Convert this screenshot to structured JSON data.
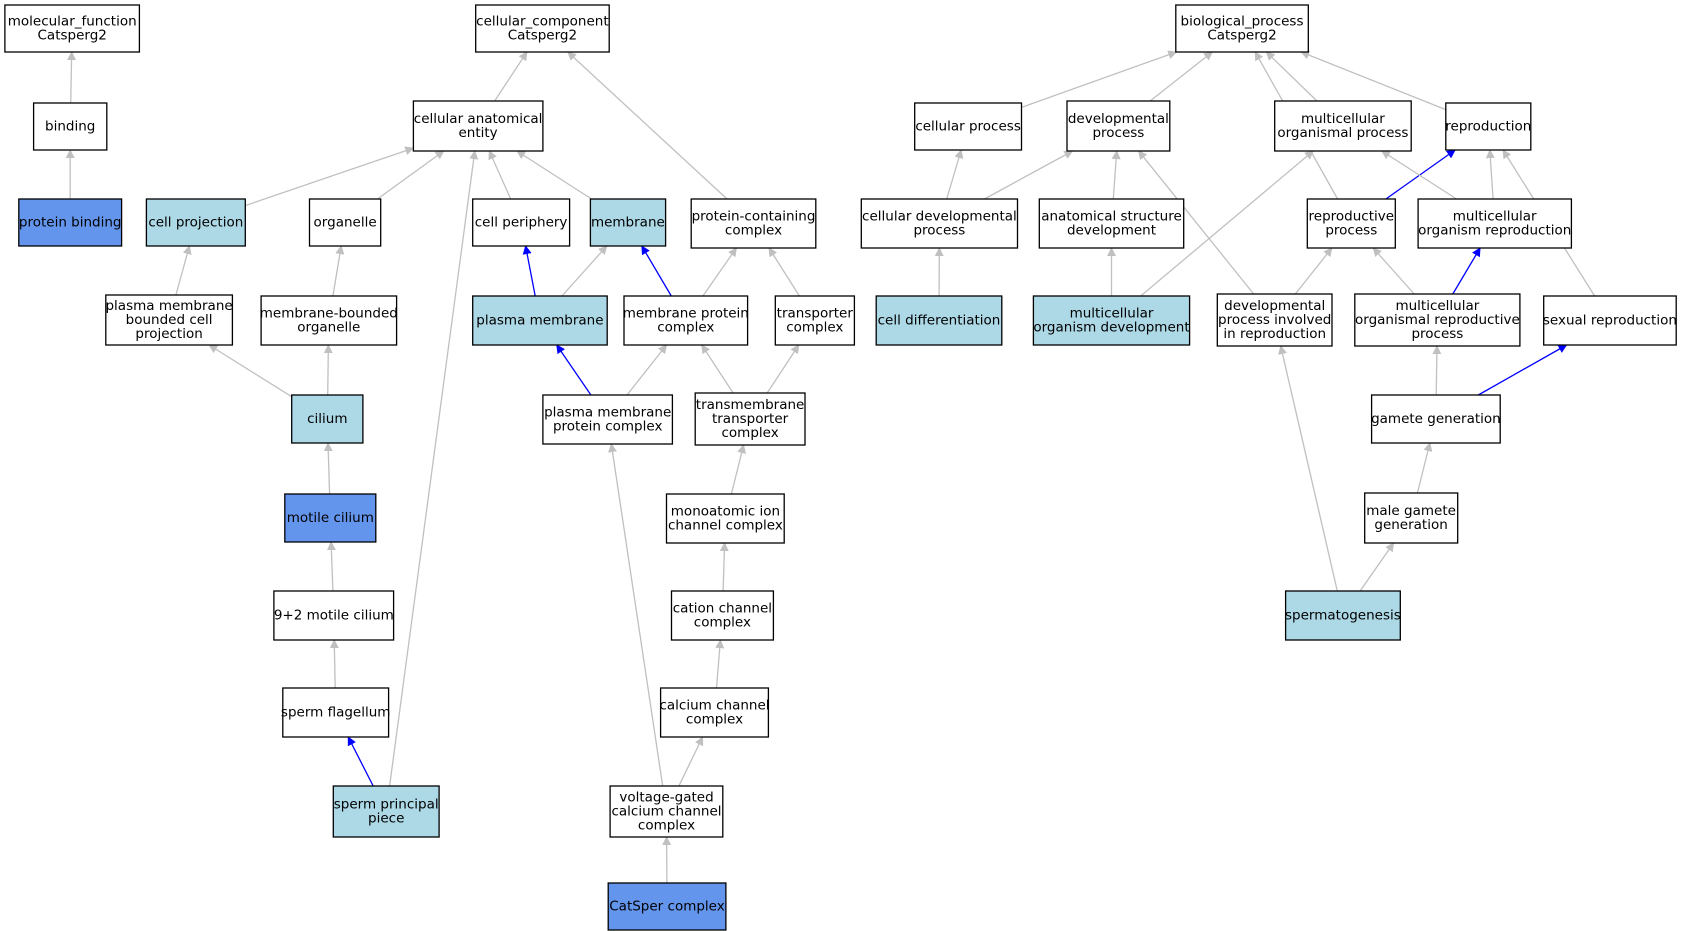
{
  "colors": {
    "white": "#ffffff",
    "light": "#add8e6",
    "dark": "#6495ed",
    "edge_gray": "#c0c0c0",
    "edge_blue": "#0000ff"
  },
  "nodes": [
    {
      "id": "mf",
      "lines": [
        "molecular_function",
        "Catsperg2"
      ],
      "fill": "white"
    },
    {
      "id": "binding",
      "lines": [
        "binding"
      ],
      "fill": "white"
    },
    {
      "id": "protein_binding",
      "lines": [
        "protein binding"
      ],
      "fill": "dark"
    },
    {
      "id": "cc",
      "lines": [
        "cellular_component",
        "Catsperg2"
      ],
      "fill": "white"
    },
    {
      "id": "cae",
      "lines": [
        "cellular anatomical",
        "entity"
      ],
      "fill": "white"
    },
    {
      "id": "cell_projection",
      "lines": [
        "cell projection"
      ],
      "fill": "light"
    },
    {
      "id": "organelle",
      "lines": [
        "organelle"
      ],
      "fill": "white"
    },
    {
      "id": "cell_periphery",
      "lines": [
        "cell periphery"
      ],
      "fill": "white"
    },
    {
      "id": "membrane",
      "lines": [
        "membrane"
      ],
      "fill": "light"
    },
    {
      "id": "pcc",
      "lines": [
        "protein-containing",
        "complex"
      ],
      "fill": "white"
    },
    {
      "id": "pmbcp",
      "lines": [
        "plasma membrane",
        "bounded cell",
        "projection"
      ],
      "fill": "white"
    },
    {
      "id": "mbo",
      "lines": [
        "membrane-bounded",
        "organelle"
      ],
      "fill": "white"
    },
    {
      "id": "plasma_membrane",
      "lines": [
        "plasma membrane"
      ],
      "fill": "light"
    },
    {
      "id": "mpc",
      "lines": [
        "membrane protein",
        "complex"
      ],
      "fill": "white"
    },
    {
      "id": "transporter_complex",
      "lines": [
        "transporter",
        "complex"
      ],
      "fill": "white"
    },
    {
      "id": "cilium",
      "lines": [
        "cilium"
      ],
      "fill": "light"
    },
    {
      "id": "pmpc",
      "lines": [
        "plasma membrane",
        "protein complex"
      ],
      "fill": "white"
    },
    {
      "id": "ttc",
      "lines": [
        "transmembrane",
        "transporter",
        "complex"
      ],
      "fill": "white"
    },
    {
      "id": "motile_cilium",
      "lines": [
        "motile cilium"
      ],
      "fill": "dark"
    },
    {
      "id": "mic",
      "lines": [
        "monoatomic ion",
        "channel complex"
      ],
      "fill": "white"
    },
    {
      "id": "nine_two",
      "lines": [
        "9+2 motile cilium"
      ],
      "fill": "white"
    },
    {
      "id": "ccc",
      "lines": [
        "cation channel",
        "complex"
      ],
      "fill": "white"
    },
    {
      "id": "sperm_flagellum",
      "lines": [
        "sperm flagellum"
      ],
      "fill": "white"
    },
    {
      "id": "calcium_cc",
      "lines": [
        "calcium channel",
        "complex"
      ],
      "fill": "white"
    },
    {
      "id": "spp",
      "lines": [
        "sperm principal",
        "piece"
      ],
      "fill": "light"
    },
    {
      "id": "vgcc",
      "lines": [
        "voltage-gated",
        "calcium channel",
        "complex"
      ],
      "fill": "white"
    },
    {
      "id": "catsper",
      "lines": [
        "CatSper complex"
      ],
      "fill": "dark"
    },
    {
      "id": "bp",
      "lines": [
        "biological_process",
        "Catsperg2"
      ],
      "fill": "white"
    },
    {
      "id": "cellular_process",
      "lines": [
        "cellular process"
      ],
      "fill": "white"
    },
    {
      "id": "developmental_process",
      "lines": [
        "developmental",
        "process"
      ],
      "fill": "white"
    },
    {
      "id": "mop",
      "lines": [
        "multicellular",
        "organismal process"
      ],
      "fill": "white"
    },
    {
      "id": "reproduction",
      "lines": [
        "reproduction"
      ],
      "fill": "white"
    },
    {
      "id": "cdp",
      "lines": [
        "cellular developmental",
        "process"
      ],
      "fill": "white"
    },
    {
      "id": "asd",
      "lines": [
        "anatomical structure",
        "development"
      ],
      "fill": "white"
    },
    {
      "id": "reproductive_process",
      "lines": [
        "reproductive",
        "process"
      ],
      "fill": "white"
    },
    {
      "id": "mor",
      "lines": [
        "multicellular",
        "organism reproduction"
      ],
      "fill": "white"
    },
    {
      "id": "cell_diff",
      "lines": [
        "cell differentiation"
      ],
      "fill": "light"
    },
    {
      "id": "mod",
      "lines": [
        "multicellular",
        "organism development"
      ],
      "fill": "light"
    },
    {
      "id": "dpir",
      "lines": [
        "developmental",
        "process involved",
        "in reproduction"
      ],
      "fill": "white"
    },
    {
      "id": "morp",
      "lines": [
        "multicellular",
        "organismal reproductive",
        "process"
      ],
      "fill": "white"
    },
    {
      "id": "sexual_reproduction",
      "lines": [
        "sexual reproduction"
      ],
      "fill": "white"
    },
    {
      "id": "gamete_generation",
      "lines": [
        "gamete generation"
      ],
      "fill": "white"
    },
    {
      "id": "mgg",
      "lines": [
        "male gamete",
        "generation"
      ],
      "fill": "white"
    },
    {
      "id": "spermatogenesis",
      "lines": [
        "spermatogenesis"
      ],
      "fill": "light"
    }
  ],
  "edges": [
    {
      "from": "binding",
      "to": "mf",
      "color": "edge_gray"
    },
    {
      "from": "protein_binding",
      "to": "binding",
      "color": "edge_gray"
    },
    {
      "from": "cae",
      "to": "cc",
      "color": "edge_gray"
    },
    {
      "from": "pcc",
      "to": "cc",
      "color": "edge_gray"
    },
    {
      "from": "cell_projection",
      "to": "cae",
      "color": "edge_gray"
    },
    {
      "from": "organelle",
      "to": "cae",
      "color": "edge_gray"
    },
    {
      "from": "cell_periphery",
      "to": "cae",
      "color": "edge_gray"
    },
    {
      "from": "membrane",
      "to": "cae",
      "color": "edge_gray"
    },
    {
      "from": "spp",
      "to": "cae",
      "color": "edge_gray"
    },
    {
      "from": "pmbcp",
      "to": "cell_projection",
      "color": "edge_gray"
    },
    {
      "from": "mbo",
      "to": "organelle",
      "color": "edge_gray"
    },
    {
      "from": "plasma_membrane",
      "to": "cell_periphery",
      "color": "edge_blue"
    },
    {
      "from": "plasma_membrane",
      "to": "membrane",
      "color": "edge_gray"
    },
    {
      "from": "mpc",
      "to": "membrane",
      "color": "edge_blue"
    },
    {
      "from": "mpc",
      "to": "pcc",
      "color": "edge_gray"
    },
    {
      "from": "transporter_complex",
      "to": "pcc",
      "color": "edge_gray"
    },
    {
      "from": "cilium",
      "to": "pmbcp",
      "color": "edge_gray"
    },
    {
      "from": "cilium",
      "to": "mbo",
      "color": "edge_gray"
    },
    {
      "from": "pmpc",
      "to": "plasma_membrane",
      "color": "edge_blue"
    },
    {
      "from": "pmpc",
      "to": "mpc",
      "color": "edge_gray"
    },
    {
      "from": "ttc",
      "to": "mpc",
      "color": "edge_gray"
    },
    {
      "from": "ttc",
      "to": "transporter_complex",
      "color": "edge_gray"
    },
    {
      "from": "motile_cilium",
      "to": "cilium",
      "color": "edge_gray"
    },
    {
      "from": "mic",
      "to": "ttc",
      "color": "edge_gray"
    },
    {
      "from": "nine_two",
      "to": "motile_cilium",
      "color": "edge_gray"
    },
    {
      "from": "ccc",
      "to": "mic",
      "color": "edge_gray"
    },
    {
      "from": "sperm_flagellum",
      "to": "nine_two",
      "color": "edge_gray"
    },
    {
      "from": "calcium_cc",
      "to": "ccc",
      "color": "edge_gray"
    },
    {
      "from": "spp",
      "to": "sperm_flagellum",
      "color": "edge_blue"
    },
    {
      "from": "vgcc",
      "to": "calcium_cc",
      "color": "edge_gray"
    },
    {
      "from": "vgcc",
      "to": "pmpc",
      "color": "edge_gray"
    },
    {
      "from": "catsper",
      "to": "vgcc",
      "color": "edge_gray"
    },
    {
      "from": "cellular_process",
      "to": "bp",
      "color": "edge_gray"
    },
    {
      "from": "developmental_process",
      "to": "bp",
      "color": "edge_gray"
    },
    {
      "from": "mop",
      "to": "bp",
      "color": "edge_gray"
    },
    {
      "from": "reproduction",
      "to": "bp",
      "color": "edge_gray"
    },
    {
      "from": "reproductive_process",
      "to": "bp",
      "color": "edge_gray"
    },
    {
      "from": "cdp",
      "to": "cellular_process",
      "color": "edge_gray"
    },
    {
      "from": "cdp",
      "to": "developmental_process",
      "color": "edge_gray"
    },
    {
      "from": "asd",
      "to": "developmental_process",
      "color": "edge_gray"
    },
    {
      "from": "dpir",
      "to": "developmental_process",
      "color": "edge_gray"
    },
    {
      "from": "reproductive_process",
      "to": "reproduction",
      "color": "edge_blue"
    },
    {
      "from": "mor",
      "to": "reproduction",
      "color": "edge_gray"
    },
    {
      "from": "mor",
      "to": "mop",
      "color": "edge_gray"
    },
    {
      "from": "sexual_reproduction",
      "to": "reproduction",
      "color": "edge_gray"
    },
    {
      "from": "cell_diff",
      "to": "cdp",
      "color": "edge_gray"
    },
    {
      "from": "mod",
      "to": "asd",
      "color": "edge_gray"
    },
    {
      "from": "mod",
      "to": "mop",
      "color": "edge_gray"
    },
    {
      "from": "dpir",
      "to": "reproductive_process",
      "color": "edge_gray"
    },
    {
      "from": "morp",
      "to": "reproductive_process",
      "color": "edge_gray"
    },
    {
      "from": "morp",
      "to": "mor",
      "color": "edge_blue"
    },
    {
      "from": "gamete_generation",
      "to": "morp",
      "color": "edge_gray"
    },
    {
      "from": "gamete_generation",
      "to": "sexual_reproduction",
      "color": "edge_blue"
    },
    {
      "from": "mgg",
      "to": "gamete_generation",
      "color": "edge_gray"
    },
    {
      "from": "spermatogenesis",
      "to": "mgg",
      "color": "edge_gray"
    },
    {
      "from": "spermatogenesis",
      "to": "dpir",
      "color": "edge_gray"
    }
  ]
}
